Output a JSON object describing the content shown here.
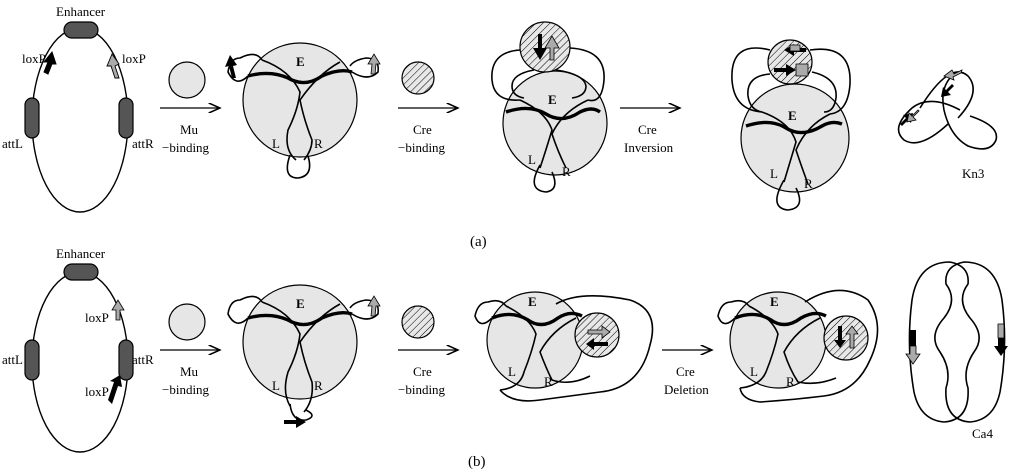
{
  "colors": {
    "site": "#555555",
    "mu_ball": "#e6e6e6",
    "lox_black": "#000000",
    "lox_gray": "#aaaaaa"
  },
  "panel_a": {
    "enhancer": "Enhancer",
    "loxP_left": "loxP",
    "loxP_right": "loxP",
    "attL": "attL",
    "attR": "attR",
    "step1_line1": "Mu",
    "step1_line2": "−binding",
    "step2_line1": "Cre",
    "step2_line2": "−binding",
    "step3_line1": "Cre",
    "step3_line2": "Inversion",
    "E": "E",
    "L": "L",
    "R": "R",
    "product": "Kn3",
    "caption": "(a)"
  },
  "panel_b": {
    "enhancer": "Enhancer",
    "loxP_upper": "loxP",
    "loxP_lower": "loxP",
    "attL": "attL",
    "attR": "attR",
    "step1_line1": "Mu",
    "step1_line2": "−binding",
    "step2_line1": "Cre",
    "step2_line2": "−binding",
    "step3_line1": "Cre",
    "step3_line2": "Deletion",
    "E": "E",
    "L": "L",
    "R": "R",
    "product": "Ca4",
    "caption": "(b)"
  }
}
